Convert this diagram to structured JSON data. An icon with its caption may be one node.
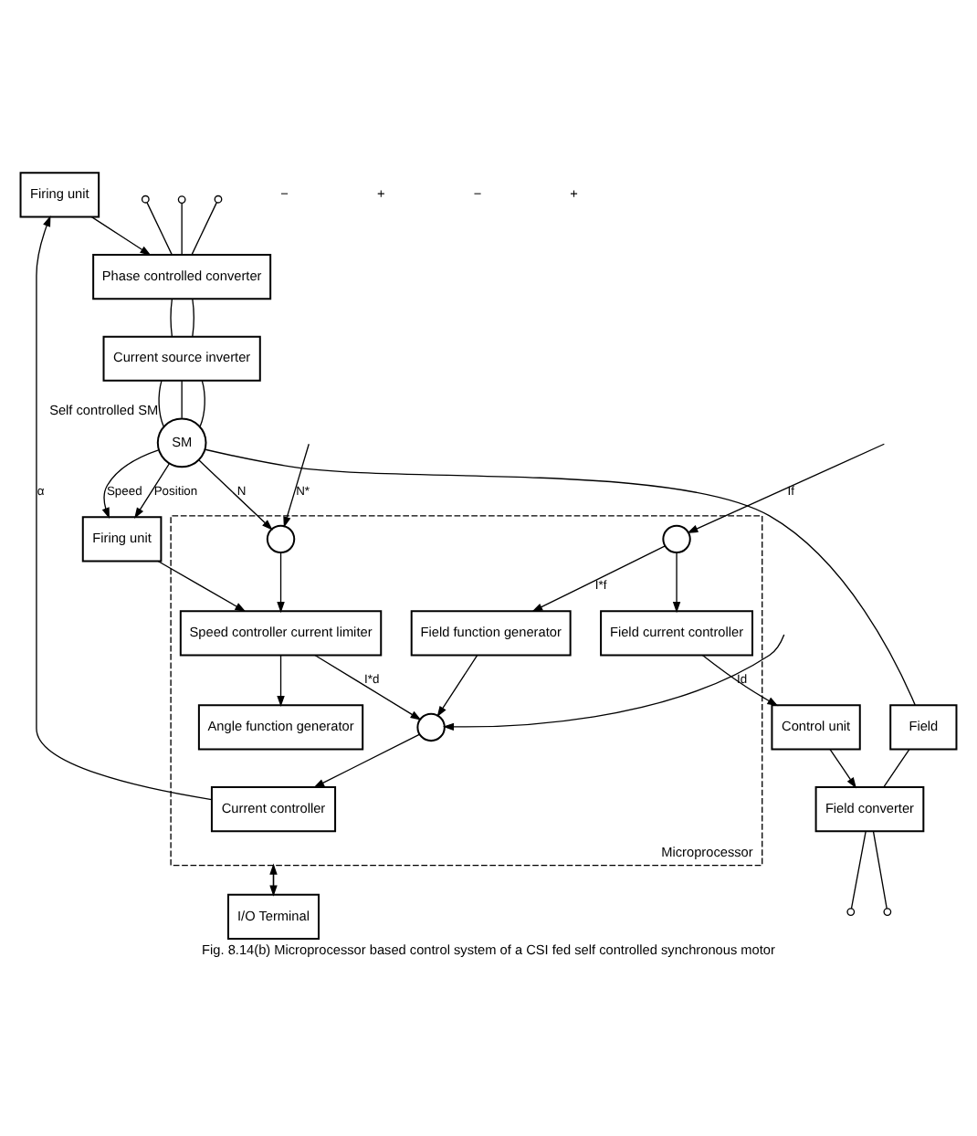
{
  "diagram": {
    "caption": "Fig. 8.14(b) Microprocessor based control system of a CSI fed self controlled synchronous motor",
    "nodes": [
      {
        "text": [
          "Microprocessor"
        ]
      },
      {
        "text": [
          "Phase controlled converter"
        ]
      },
      {
        "text": [
          "Current source inverter"
        ]
      },
      {
        "text": [
          "SM"
        ],
        "beside": [
          "Self controlled SM"
        ]
      },
      {
        "text": [
          "Field"
        ]
      },
      {
        "text": [
          "Field converter"
        ]
      },
      {
        "text": [
          "Firing unit"
        ]
      },
      {
        "text": [
          "Firing unit"
        ]
      },
      {
        "text": [
          "Control unit"
        ]
      },
      {
        "text": [
          "Current controller"
        ],
        "in": 0
      },
      {
        "text": [
          "Angle function generator"
        ],
        "in": 0
      },
      {
        "text": [
          "Field current controller"
        ],
        "in": 0
      },
      {
        "text": [],
        "shape": "circle",
        "in": 0
      },
      {
        "text": [
          "Field function generator"
        ],
        "in": 0
      },
      {
        "text": [],
        "shape": "circle",
        "in": 0
      },
      {
        "text": [
          "Speed controller current limiter"
        ],
        "in": 0
      },
      {
        "text": [],
        "shape": "circle",
        "in": 0
      },
      {
        "text": [
          "I/O Terminal"
        ]
      }
    ],
    "edges": [
      {
        "from": null,
        "to": 1,
        "arrow": "other"
      },
      {
        "from": null,
        "to": 1,
        "arrow": "other"
      },
      {
        "from": null,
        "to": 1,
        "arrow": "other"
      },
      {
        "from": 1,
        "to": 2,
        "arrow": "none"
      },
      {
        "from": 1,
        "to": 2,
        "arrow": "none"
      },
      {
        "from": 2,
        "to": 3,
        "arrow": "none"
      },
      {
        "from": 2,
        "to": 3,
        "arrow": "none"
      },
      {
        "from": 2,
        "to": 3,
        "arrow": "none"
      },
      {
        "from": 3,
        "to": 4,
        "arrow": "none"
      },
      {
        "from": 4,
        "to": 5,
        "arrow": "none"
      },
      {
        "from": 5,
        "to": null,
        "arrow": "other"
      },
      {
        "from": 5,
        "to": null,
        "arrow": "other"
      },
      {
        "from": 6,
        "to": 1,
        "arrow": "to"
      },
      {
        "from": 9,
        "to": 6,
        "arrow": "to",
        "label": "α"
      },
      {
        "from": 12,
        "to": 9,
        "arrow": "to"
      },
      {
        "from": null,
        "to": 12,
        "arrow": "to",
        "label": "Id"
      },
      {
        "from": 3,
        "to": 7,
        "arrow": "to",
        "label": "Position"
      },
      {
        "from": 3,
        "to": 7,
        "arrow": "to",
        "label": "Speed"
      },
      {
        "from": 3,
        "to": 16,
        "arrow": "to",
        "label": "N"
      },
      {
        "from": 7,
        "to": 15,
        "arrow": "to"
      },
      {
        "from": 15,
        "to": 10,
        "arrow": "to"
      },
      {
        "from": 15,
        "to": 12,
        "arrow": "to",
        "label": "I*d"
      },
      {
        "from": 13,
        "to": 12,
        "arrow": "to"
      },
      {
        "from": 14,
        "to": 13,
        "arrow": "to",
        "label": "I*f"
      },
      {
        "from": null,
        "to": 14,
        "arrow": "to",
        "label": "If"
      },
      {
        "from": 14,
        "to": 11,
        "arrow": "to"
      },
      {
        "from": 11,
        "to": 8,
        "arrow": "to"
      },
      {
        "from": 8,
        "to": 5,
        "arrow": "to"
      },
      {
        "from": 16,
        "to": 15,
        "arrow": "to"
      },
      {
        "from": null,
        "to": 16,
        "arrow": "to",
        "label": "N*"
      },
      {
        "from": 0,
        "to": 17,
        "arrow": "to"
      },
      {
        "from": 17,
        "to": 0,
        "arrow": "to"
      }
    ],
    "labels": [
      "−",
      "+",
      "−",
      "+"
    ]
  }
}
